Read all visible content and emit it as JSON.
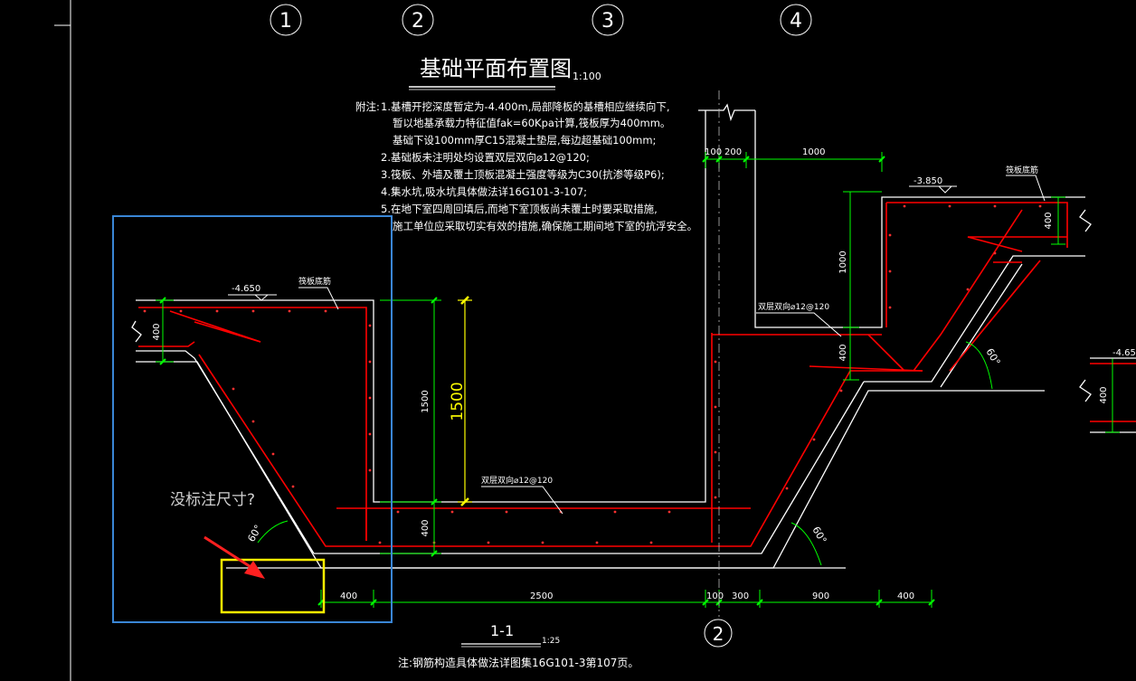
{
  "drawing": {
    "grid_axes": [
      "1",
      "2",
      "3",
      "4"
    ],
    "bottom_axis": "2",
    "plan_title": "基础平面布置图",
    "plan_scale": "1:100",
    "notes_label": "附注:",
    "notes": [
      "1.基槽开挖深度暂定为-4.400m,局部降板的基槽相应继续向下,",
      "暂以地基承载力特征值fak=60Kpa计算,筏板厚为400mm。",
      "基础下设100mm厚C15混凝土垫层,每边超基础100mm;",
      "2.基础板未注明处均设置双层双向⌀12@120;",
      "3.筏板、外墙及覆土顶板混凝土强度等级为C30(抗渗等级P6);",
      "4.集水坑,吸水坑具体做法详16G101-3-107;",
      "5.在地下室四周回填后,而地下室顶板尚未覆土时要采取措施,",
      "施工单位应采取切实有效的措施,确保施工期间地下室的抗浮安全。"
    ],
    "section_title": "1-1",
    "section_scale": "1:25",
    "section_note": "注:钢筋构造具体做法详图集16G101-3第107页。"
  },
  "dimensions": {
    "bottom": [
      "400",
      "2500",
      "100",
      "300",
      "900",
      "400"
    ],
    "top": [
      "100",
      "200",
      "1000"
    ],
    "left_slab": "400",
    "left_depth": "1500",
    "left_bottom": "400",
    "highlight_depth": "1500",
    "right_slab": "400",
    "right_depth": "1000",
    "right_step": "400",
    "far_right_slab": "400"
  },
  "elevations": {
    "left": "-4.650",
    "right": "-3.850",
    "far_right": "-4.650"
  },
  "callouts": {
    "left_slab": "筏板底筋",
    "right_slab": "筏板底筋",
    "bottom_rebar": "双层双向⌀12@120",
    "step_rebar": "双层双向⌀12@120"
  },
  "angles": {
    "left": "60°",
    "center": "60°",
    "right": "60°"
  },
  "annotation": {
    "question": "没标注尺寸?"
  },
  "colors": {
    "background": "#000000",
    "outline": "#ffffff",
    "rebar": "#ff0000",
    "dimension": "#00ff00",
    "highlight_dimension": "#ffff00",
    "selection_box": "#3a86d6",
    "question_box": "#ffee00",
    "arrow": "#ff2020"
  }
}
